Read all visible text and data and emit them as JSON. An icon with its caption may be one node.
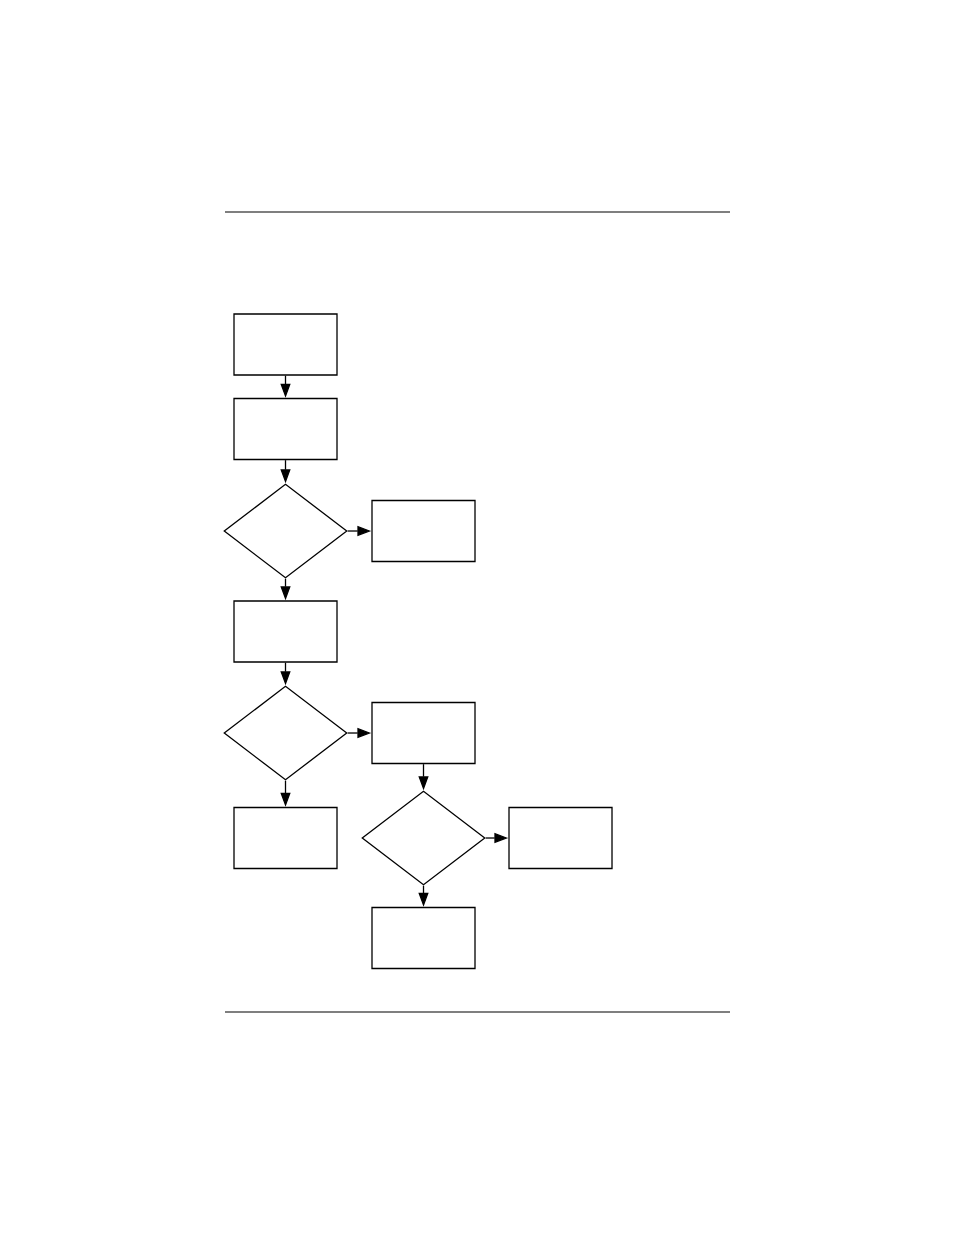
{
  "diagram": {
    "nodes": [
      {
        "text": [],
        "shape": "box"
      },
      {
        "text": [],
        "shape": "box"
      },
      {
        "text": [],
        "shape": "diamond"
      },
      {
        "text": [],
        "shape": "box"
      },
      {
        "text": [],
        "shape": "box"
      },
      {
        "text": [],
        "shape": "diamond"
      },
      {
        "text": [],
        "shape": "box"
      },
      {
        "text": [],
        "shape": "box"
      },
      {
        "text": [],
        "shape": "diamond"
      },
      {
        "text": [],
        "shape": "box"
      },
      {
        "text": [],
        "shape": "box"
      }
    ],
    "edges": [
      {
        "from": 0,
        "to": 1,
        "arrow": "to"
      },
      {
        "from": 1,
        "to": 2,
        "arrow": "to"
      },
      {
        "from": 2,
        "to": 3,
        "arrow": "to"
      },
      {
        "from": 2,
        "to": 4,
        "arrow": "to"
      },
      {
        "from": 4,
        "to": 5,
        "arrow": "to"
      },
      {
        "from": 5,
        "to": 6,
        "arrow": "to"
      },
      {
        "from": 5,
        "to": 7,
        "arrow": "to"
      },
      {
        "from": 6,
        "to": 8,
        "arrow": "to"
      },
      {
        "from": 8,
        "to": 9,
        "arrow": "to"
      },
      {
        "from": 8,
        "to": 10,
        "arrow": "to"
      }
    ]
  }
}
